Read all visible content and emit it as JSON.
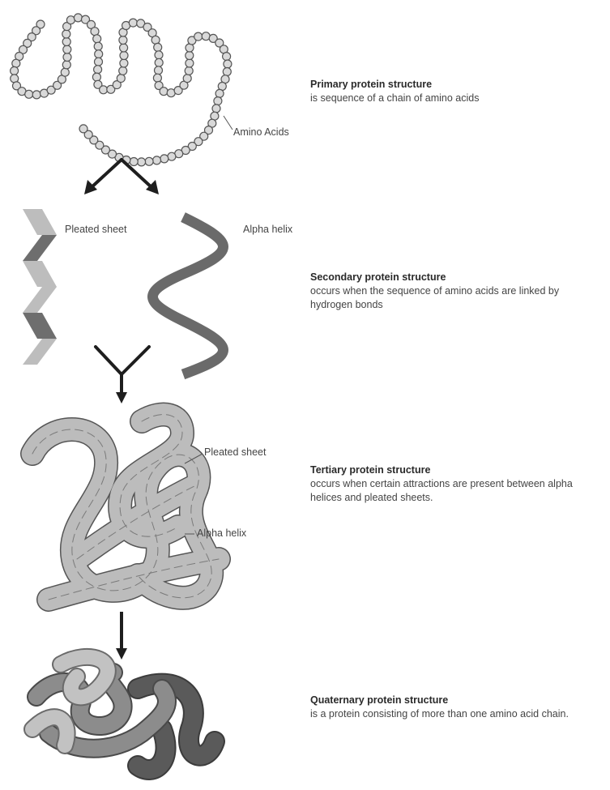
{
  "stages": [
    {
      "title": "Primary protein structure",
      "text": "is sequence of a chain of amino acids",
      "labels": {
        "amino_acids": "Amino Acids"
      }
    },
    {
      "title": "Secondary protein structure",
      "text": "occurs when the sequence of amino acids are linked by hydrogen bonds",
      "labels": {
        "pleated_sheet": "Pleated sheet",
        "alpha_helix": "Alpha helix"
      }
    },
    {
      "title": "Tertiary protein structure",
      "text": "occurs when certain attractions are present between alpha helices and pleated sheets.",
      "labels": {
        "pleated_sheet": "Pleated sheet",
        "alpha_helix": "Alpha helix"
      }
    },
    {
      "title": "Quaternary protein structure",
      "text": "is a protein consisting of more than one amino acid chain."
    }
  ],
  "colors": {
    "bead_fill": "#d9d9d9",
    "bead_stroke": "#555555",
    "sheet_light": "#bdbdbd",
    "sheet_dark": "#6e6e6e",
    "helix": "#6a6a6a",
    "tertiary_fill": "#bcbcbc",
    "quaternary_light": "#c2c2c2",
    "quaternary_mid": "#8c8c8c",
    "quaternary_dark": "#5a5a5a",
    "arrow": "#1e1e1e"
  }
}
